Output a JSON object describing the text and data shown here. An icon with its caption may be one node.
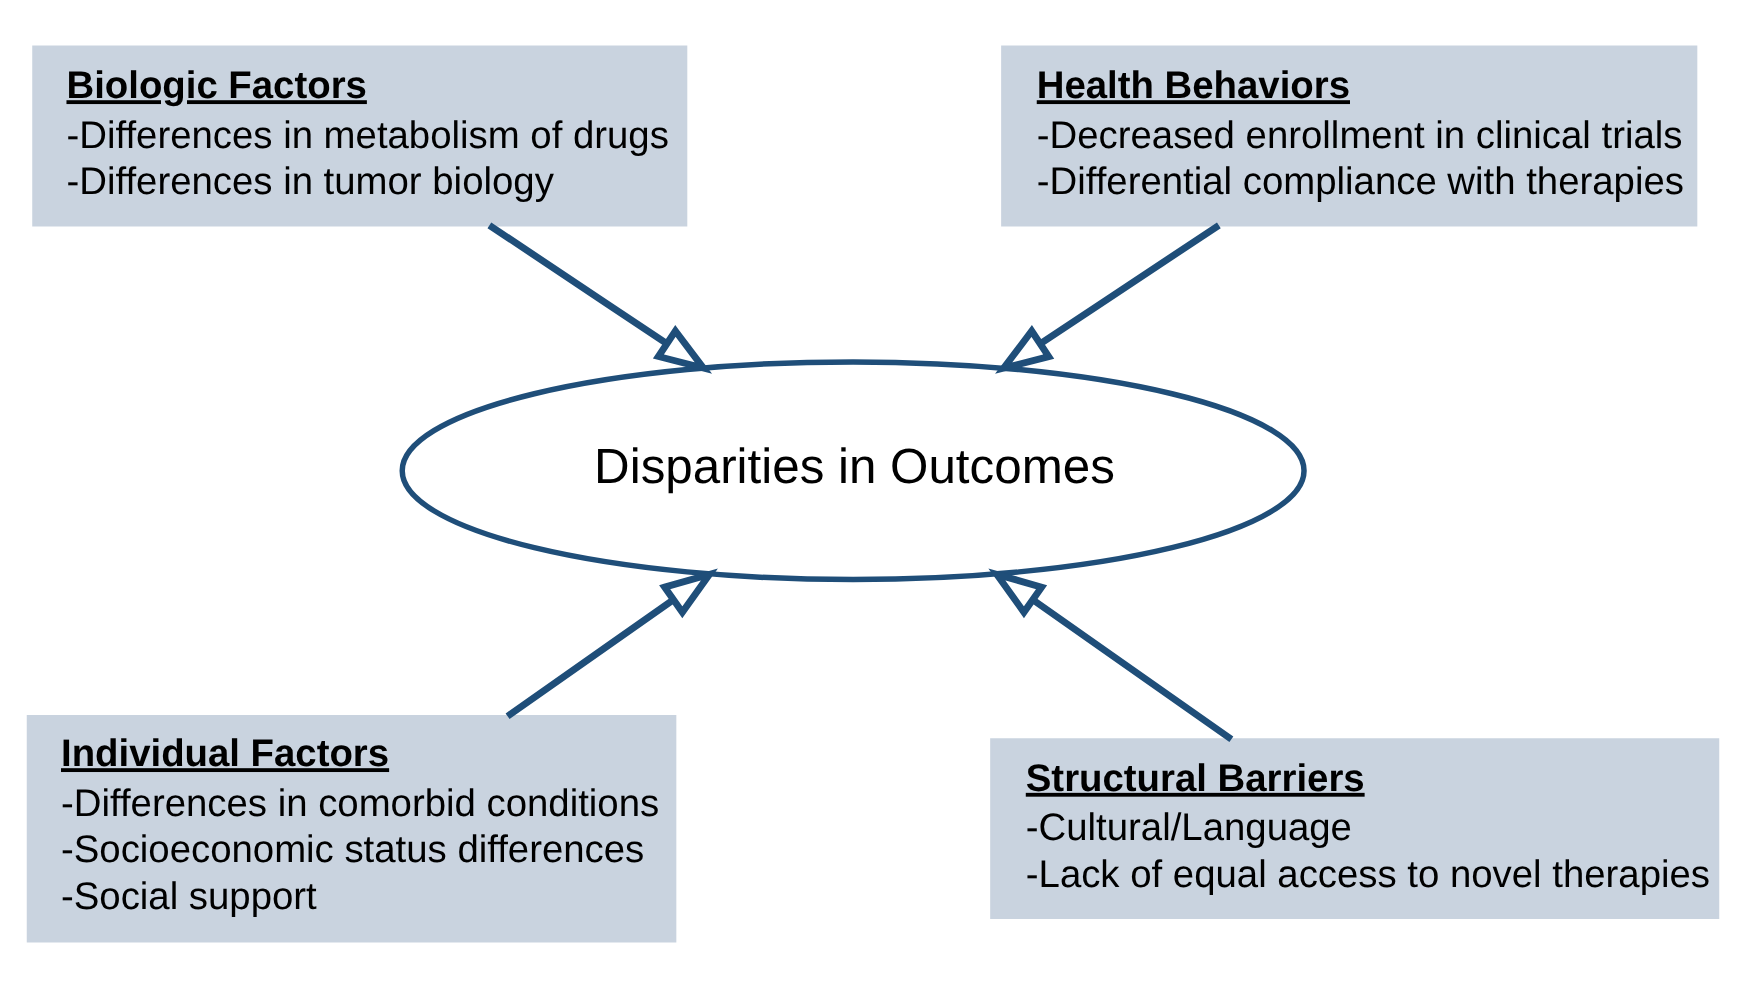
{
  "diagram": {
    "nodes": [
      {
        "text": [
          "Biologic Factors",
          "-Differences in metabolism of drugs",
          "-Differences in tumor biology"
        ]
      },
      {
        "text": [
          "Health Behaviors",
          "-Decreased enrollment in clinical trials",
          "-Differential compliance with therapies"
        ]
      },
      {
        "text": [
          "Individual Factors",
          "-Differences in comorbid conditions",
          "-Socioeconomic status differences",
          "-Social support"
        ]
      },
      {
        "text": [
          "Structural Barriers",
          "-Cultural/Language",
          "-Lack of equal access to novel therapies"
        ]
      },
      {
        "text": [
          "Disparities in Outcomes"
        ]
      }
    ],
    "edges": [
      {
        "from": 0,
        "to": 4,
        "arrow": "to"
      },
      {
        "from": 1,
        "to": 4,
        "arrow": "to"
      },
      {
        "from": 2,
        "to": 4,
        "arrow": "to"
      },
      {
        "from": 3,
        "to": 4,
        "arrow": "to"
      }
    ]
  }
}
